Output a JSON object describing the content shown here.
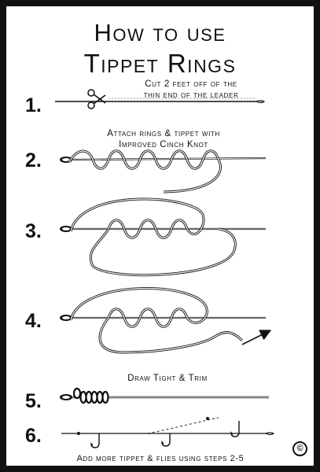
{
  "title": {
    "line1": "How to use",
    "line2": "Tippet Rings"
  },
  "steps": [
    {
      "number": "1.",
      "caption_line1": "Cut 2 feet off of the",
      "caption_line2": "thin end of the leader"
    },
    {
      "number": "2.",
      "caption_line1": "Attach rings & tippet with",
      "caption_line2": "Improved Cinch Knot"
    },
    {
      "number": "3."
    },
    {
      "number": "4."
    },
    {
      "number": "5.",
      "caption_line1": "Draw Tight & Trim"
    },
    {
      "number": "6.",
      "caption_line1": "Add more tippet & flies using steps 2-5"
    }
  ],
  "copyright_symbol": "©",
  "icons": [
    "scissors-icon",
    "hook-icon",
    "arrow-icon",
    "tippet-ring-icon"
  ],
  "colors": {
    "ink": "#111111",
    "background": "#ffffff",
    "border": "#111111"
  }
}
